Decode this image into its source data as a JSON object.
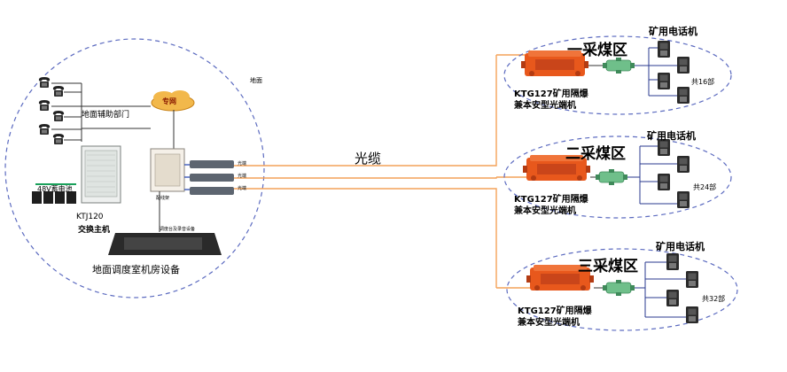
{
  "surface": {
    "label_ground": "地面",
    "aux_dept": "地面辅助部门",
    "private_net": "专网",
    "battery": "48V蓄电池",
    "host_model": "KTJ120",
    "host_name": "交换主机",
    "dispatch_desk": "调度台及录音设备",
    "dist_frame": "配线架",
    "fiber_label": "光端",
    "room_caption": "地面调度室机房设备"
  },
  "trunk_cable": "光缆",
  "zones": [
    {
      "name": "一采煤区",
      "phone_title": "矿用电话机",
      "count": "共16部",
      "device_line1": "KTG127矿用隔爆",
      "device_line2": "兼本安型光端机"
    },
    {
      "name": "二采煤区",
      "phone_title": "矿用电话机",
      "count": "共24部",
      "device_line1": "KTG127矿用隔爆",
      "device_line2": "兼本安型光端机"
    },
    {
      "name": "三采煤区",
      "phone_title": "矿用电话机",
      "count": "共32部",
      "device_line1": "KTG127矿用隔爆",
      "device_line2": "兼本安型光端机"
    }
  ],
  "colors": {
    "dashed_border": "#5c6bc0",
    "fiber": "#f4a259",
    "ground_link": "#1e3fb0",
    "device_orange": "#e8581c",
    "junction_green": "#6fbf8a",
    "private_net_fill": "#f2b84b"
  },
  "icons": [
    "telephone-icon",
    "rack-cabinet-icon",
    "battery-icon",
    "distribution-frame-icon",
    "fiber-terminal-icon",
    "dispatch-console-icon",
    "explosion-proof-terminal-icon",
    "junction-box-icon",
    "cloud-icon"
  ]
}
